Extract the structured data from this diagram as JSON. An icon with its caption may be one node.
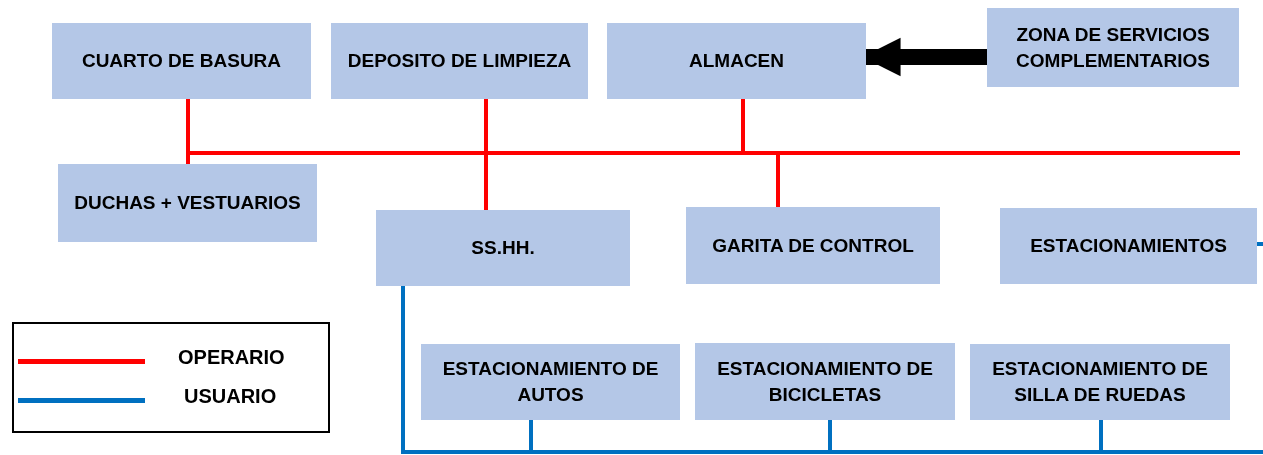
{
  "diagram": {
    "nodes": [
      {
        "text": [
          "CUARTO DE BASURA"
        ]
      },
      {
        "text": [
          "DEPOSITO DE LIMPIEZA"
        ]
      },
      {
        "text": [
          "ALMACEN"
        ]
      },
      {
        "text": [
          "ZONA DE SERVICIOS COMPLEMENTARIOS"
        ]
      },
      {
        "text": [
          "DUCHAS + VESTUARIOS"
        ]
      },
      {
        "text": [
          "SS.HH."
        ]
      },
      {
        "text": [
          "GARITA DE CONTROL"
        ]
      },
      {
        "text": [
          "ESTACIONAMIENTOS"
        ]
      },
      {
        "text": [
          "ESTACIONAMIENTO DE AUTOS"
        ]
      },
      {
        "text": [
          "ESTACIONAMIENTO DE BICICLETAS"
        ]
      },
      {
        "text": [
          "ESTACIONAMIENTO DE SILLA DE RUEDAS"
        ]
      }
    ],
    "edges": [
      {
        "from": 0,
        "to": 4,
        "arrow": "none"
      },
      {
        "from": 0,
        "to": 1,
        "arrow": "none"
      },
      {
        "from": 1,
        "to": 5,
        "arrow": "none"
      },
      {
        "from": 1,
        "to": 2,
        "arrow": "none"
      },
      {
        "from": 2,
        "to": 6,
        "arrow": "none"
      },
      {
        "from": 2,
        "to": null,
        "arrow": "none"
      },
      {
        "from": 5,
        "to": 8,
        "arrow": "none",
        "color": "#0070c0"
      },
      {
        "from": 5,
        "to": 9,
        "arrow": "none",
        "color": "#0070c0"
      },
      {
        "from": 5,
        "to": 10,
        "arrow": "none",
        "color": "#0070c0"
      },
      {
        "from": 5,
        "to": null,
        "arrow": "none",
        "color": "#0070c0"
      },
      {
        "from": 7,
        "to": null,
        "arrow": "none",
        "color": "#0070c0"
      },
      {
        "from": 3,
        "to": 2,
        "arrow": "to",
        "style": "thick",
        "color": "#000000"
      }
    ],
    "legend": [
      {
        "text": "OPERARIO"
      },
      {
        "text": "USUARIO"
      }
    ]
  }
}
